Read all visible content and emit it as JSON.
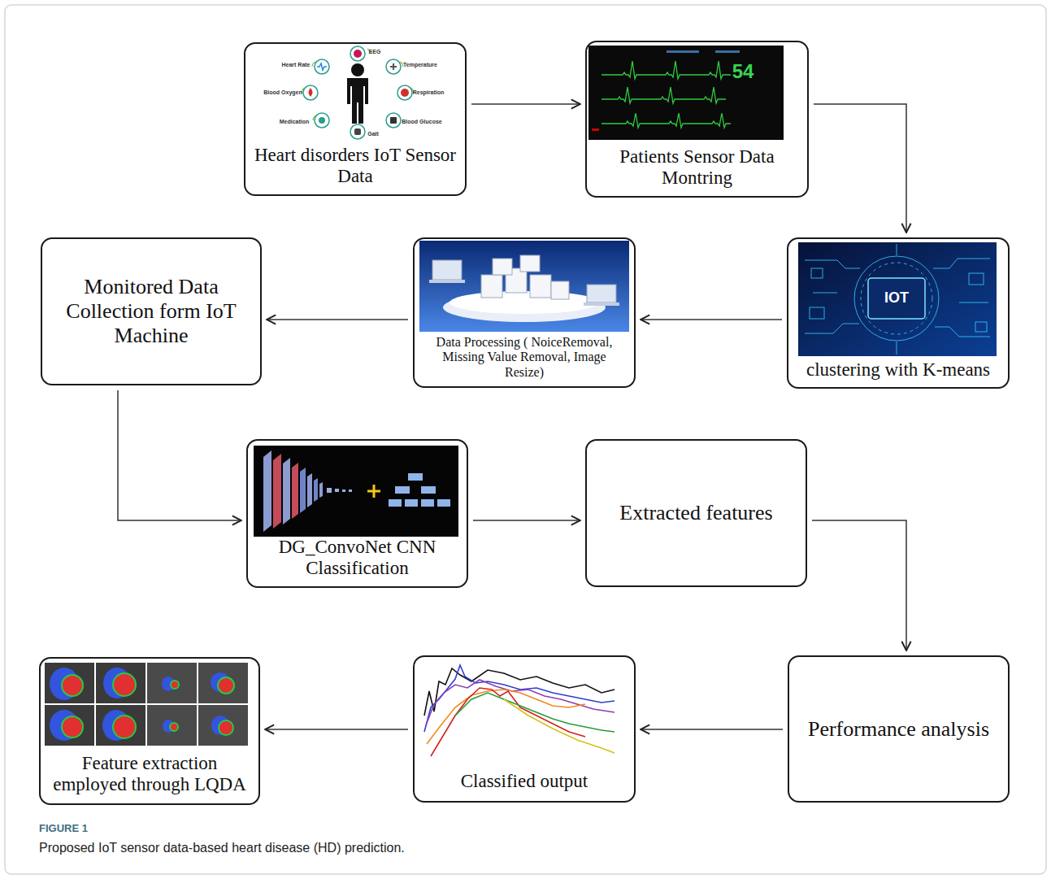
{
  "diagram": {
    "caption": "Proposed IoT sensor data-based heart disease (HD) prediction.",
    "nodes": [
      {
        "text": [
          "Heart disorders IoT Sensor Data"
        ]
      },
      {
        "text": [
          "Patients Sensor Data Montring"
        ]
      },
      {
        "text": [
          "clustering with K-means"
        ]
      },
      {
        "text": [
          "Data Processing ( NoiceRemoval, Missing Value Removal, Image Resize)"
        ]
      },
      {
        "text": [
          "Monitored Data Collection form IoT Machine"
        ]
      },
      {
        "text": [
          "DG_ConvoNet CNN Classification"
        ]
      },
      {
        "text": [
          "Extracted features"
        ]
      },
      {
        "text": [
          "Performance analysis"
        ]
      },
      {
        "text": [
          "Classified output"
        ]
      },
      {
        "text": [
          "Feature extraction employed through LQDA"
        ]
      }
    ],
    "edges": [
      {
        "from": 0,
        "to": 1,
        "arrow": "to"
      },
      {
        "from": 1,
        "to": 2,
        "arrow": "to"
      },
      {
        "from": 2,
        "to": 3,
        "arrow": "to"
      },
      {
        "from": 3,
        "to": 4,
        "arrow": "to"
      },
      {
        "from": 4,
        "to": 5,
        "arrow": "to"
      },
      {
        "from": 5,
        "to": 6,
        "arrow": "to"
      },
      {
        "from": 6,
        "to": 7,
        "arrow": "to"
      },
      {
        "from": 7,
        "to": 8,
        "arrow": "to"
      },
      {
        "from": 8,
        "to": 9,
        "arrow": "to"
      }
    ],
    "labels": [
      "EEG",
      "Temperature",
      "Respiration",
      "Blood Glucose",
      "Gait",
      "Medication",
      "Blood Oxygen",
      "Heart Rate",
      "54",
      "IOT",
      "FIGURE 1"
    ]
  }
}
